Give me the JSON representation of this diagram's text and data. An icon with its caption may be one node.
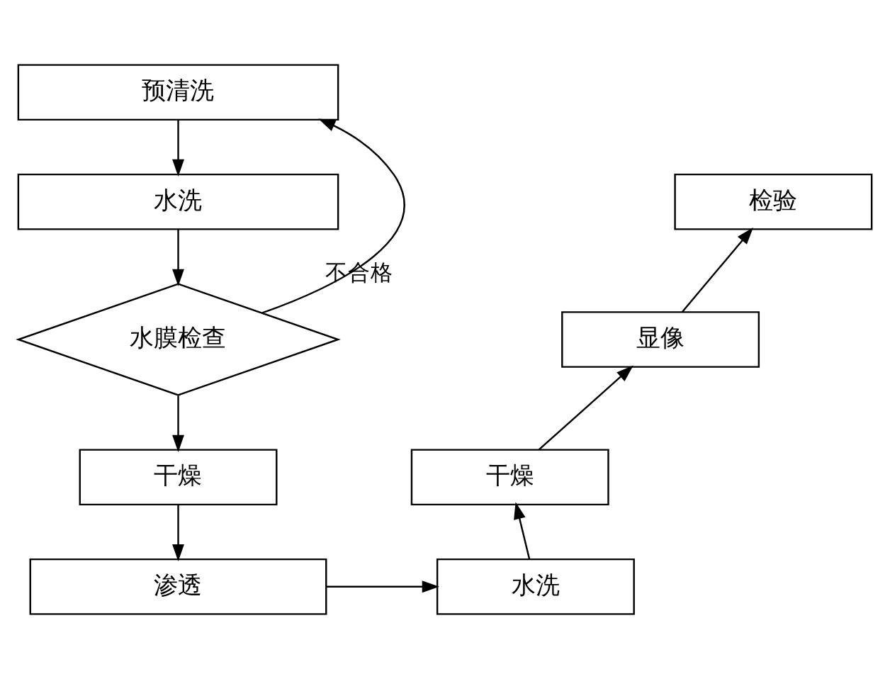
{
  "diagram": {
    "nodes": [
      {
        "text": [
          "预清洗"
        ]
      },
      {
        "text": [
          "水洗"
        ]
      },
      {
        "text": [
          "水膜检查"
        ]
      },
      {
        "text": [
          "干燥"
        ]
      },
      {
        "text": [
          "渗透"
        ]
      },
      {
        "text": [
          "水洗"
        ]
      },
      {
        "text": [
          "干燥"
        ]
      },
      {
        "text": [
          "显像"
        ]
      },
      {
        "text": [
          "检验"
        ]
      }
    ],
    "edges": [
      {
        "from": 0,
        "to": 1,
        "arrow": "to"
      },
      {
        "from": 1,
        "to": 2,
        "arrow": "to"
      },
      {
        "from": 2,
        "to": 0,
        "arrow": "to",
        "label": "不合格"
      },
      {
        "from": 2,
        "to": 3,
        "arrow": "to"
      },
      {
        "from": 3,
        "to": 4,
        "arrow": "to"
      },
      {
        "from": 4,
        "to": 5,
        "arrow": "to"
      },
      {
        "from": 5,
        "to": 6,
        "arrow": "to"
      },
      {
        "from": 6,
        "to": 7,
        "arrow": "to"
      },
      {
        "from": 7,
        "to": 8,
        "arrow": "to"
      }
    ]
  }
}
